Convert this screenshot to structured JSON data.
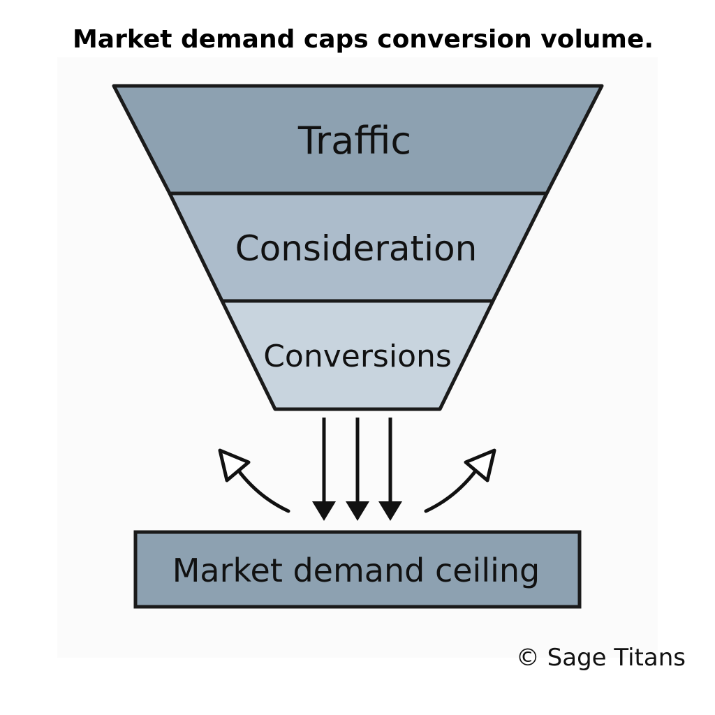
{
  "title": "Market demand caps conversion volume.",
  "funnel": {
    "stages": [
      {
        "label": "Traffic",
        "color": "#8da1b1"
      },
      {
        "label": "Consideration",
        "color": "#acbccb"
      },
      {
        "label": "Conversions",
        "color": "#c8d4de"
      }
    ]
  },
  "ceiling": {
    "label": "Market demand ceiling",
    "color": "#8da1b1"
  },
  "copyright": "© Sage Titans"
}
